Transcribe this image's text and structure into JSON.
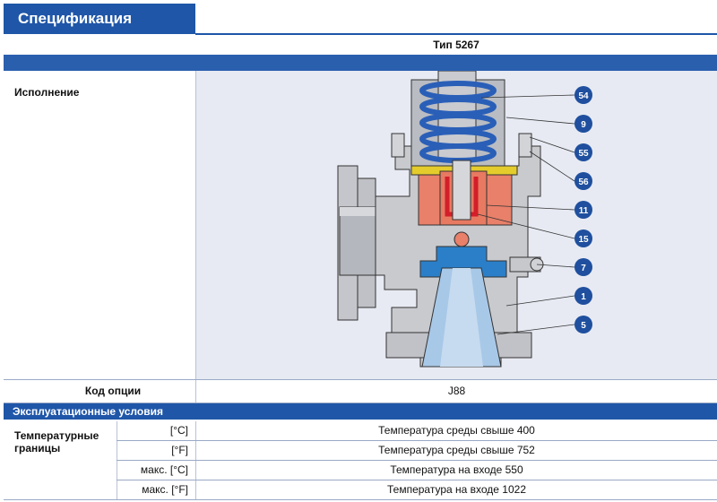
{
  "section_title": "Спецификация",
  "type_label": "Тип 5267",
  "design_label": "Исполнение",
  "callouts": [
    "54",
    "9",
    "55",
    "56",
    "11",
    "15",
    "7",
    "1",
    "5"
  ],
  "option_code_label": "Код опции",
  "option_code_value": "J88",
  "operating_conditions_label": "Эксплуатационные условия",
  "temperature_limits_label": "Температурные границы",
  "temperature_rows": [
    {
      "unit": "[°C]",
      "value": "Температура среды свыше 400"
    },
    {
      "unit": "[°F]",
      "value": "Температура среды свыше 752"
    },
    {
      "unit": "макс. [°C]",
      "value": "Температура на входе 550"
    },
    {
      "unit": "макс. [°F]",
      "value": "Температура на входе 1022"
    }
  ],
  "colors": {
    "brand_blue": "#1f56a8",
    "bar_blue": "#2a5fae",
    "callout_blue": "#1f4f9e",
    "image_bg": "#e7eaf3"
  }
}
